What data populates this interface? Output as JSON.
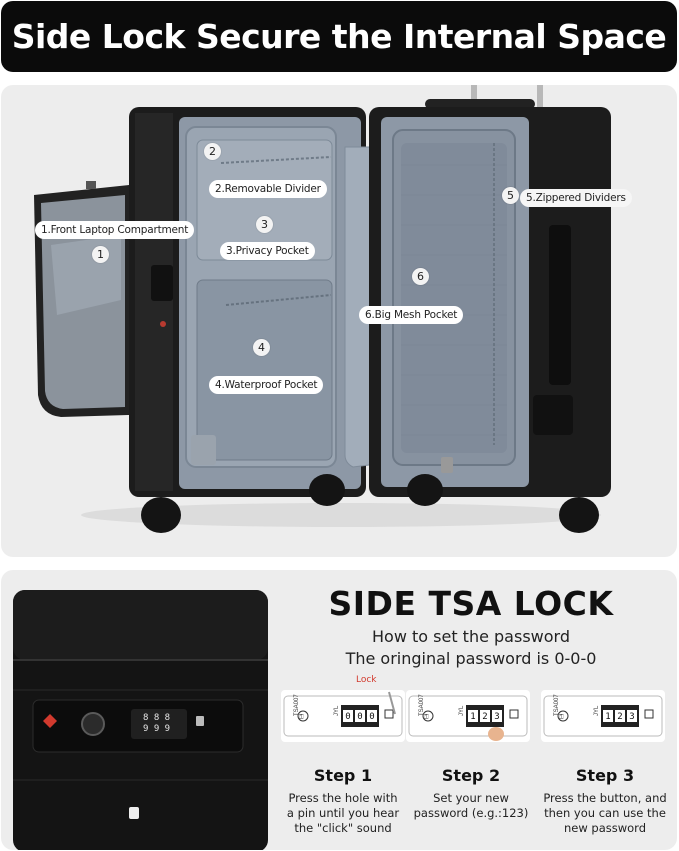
{
  "banner": {
    "title": "Side Lock Secure the Internal Space"
  },
  "interior": {
    "labels": [
      {
        "num": "1",
        "text": "1.Front Laptop Compartment"
      },
      {
        "num": "2",
        "text": "2.Removable Divider"
      },
      {
        "num": "3",
        "text": "3.Privacy Pocket"
      },
      {
        "num": "4",
        "text": "4.Waterproof Pocket"
      },
      {
        "num": "5",
        "text": "5.Zippered Dividers"
      },
      {
        "num": "6",
        "text": "6.Big Mesh Pocket"
      }
    ]
  },
  "tsa": {
    "title": "SIDE TSA LOCK",
    "subtitle": "How to set the password",
    "original": "The oringinal password is 0-0-0",
    "lock_tag": "Lock",
    "card_text": {
      "code": "TSA007",
      "brand": "JYL",
      "key": "⚿"
    },
    "steps": [
      {
        "title": "Step 1",
        "desc": [
          "Press the hole with",
          "a pin until you hear",
          "the \"click\" sound"
        ],
        "digits": [
          "0",
          "0",
          "0"
        ]
      },
      {
        "title": "Step 2",
        "desc": [
          "Set your new",
          "password (e.g.:123)"
        ],
        "digits": [
          "1",
          "2",
          "3"
        ]
      },
      {
        "title": "Step 3",
        "desc": [
          "Press the button, and",
          "then you can use the",
          "new password"
        ],
        "digits": [
          "1",
          "2",
          "3"
        ]
      }
    ]
  },
  "colors": {
    "banner_bg": "#0b0b0b",
    "panel_bg": "#ededed",
    "lining": "#8b97a6",
    "shell": "#1a1a1a",
    "lock_red": "#d23a2e"
  }
}
